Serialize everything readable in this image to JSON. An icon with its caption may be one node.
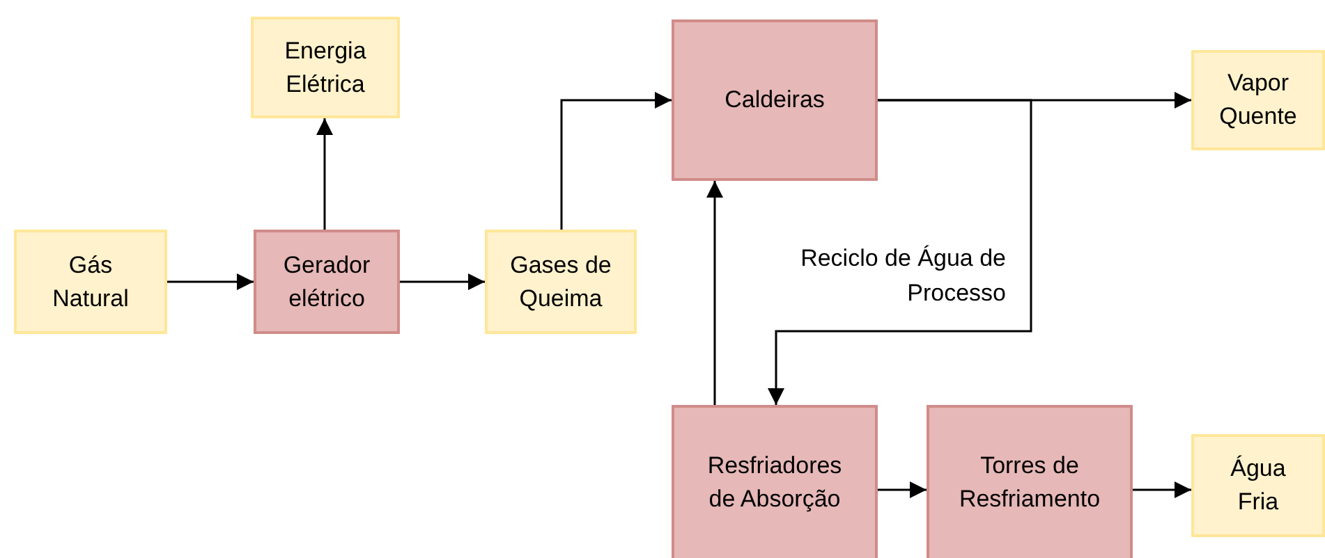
{
  "diagram": {
    "nodes": [
      {
        "text": [
          "Gás Natural"
        ]
      },
      {
        "text": [
          "Gerador elétrico"
        ]
      },
      {
        "text": [
          "Energia Elétrica"
        ]
      },
      {
        "text": [
          "Gases de Queima"
        ]
      },
      {
        "text": [
          "Caldeiras"
        ]
      },
      {
        "text": [
          "Vapor Quente"
        ]
      },
      {
        "text": [
          "Resfriadores de Absorção"
        ]
      },
      {
        "text": [
          "Torres de Resfriamento"
        ]
      },
      {
        "text": [
          "Água Fria"
        ]
      }
    ],
    "edges": [
      {
        "from": 0,
        "to": 1,
        "arrow": "to"
      },
      {
        "from": 1,
        "to": 2,
        "arrow": "to"
      },
      {
        "from": 1,
        "to": 3,
        "arrow": "to"
      },
      {
        "from": 3,
        "to": 4,
        "arrow": "to"
      },
      {
        "from": 4,
        "to": 5,
        "arrow": "to"
      },
      {
        "from": 4,
        "to": 6,
        "arrow": "to",
        "label": "Reciclo de Água de Processo"
      },
      {
        "from": 6,
        "to": 4,
        "arrow": "to"
      },
      {
        "from": 6,
        "to": 7,
        "arrow": "to"
      },
      {
        "from": 7,
        "to": 8,
        "arrow": "to"
      }
    ]
  }
}
